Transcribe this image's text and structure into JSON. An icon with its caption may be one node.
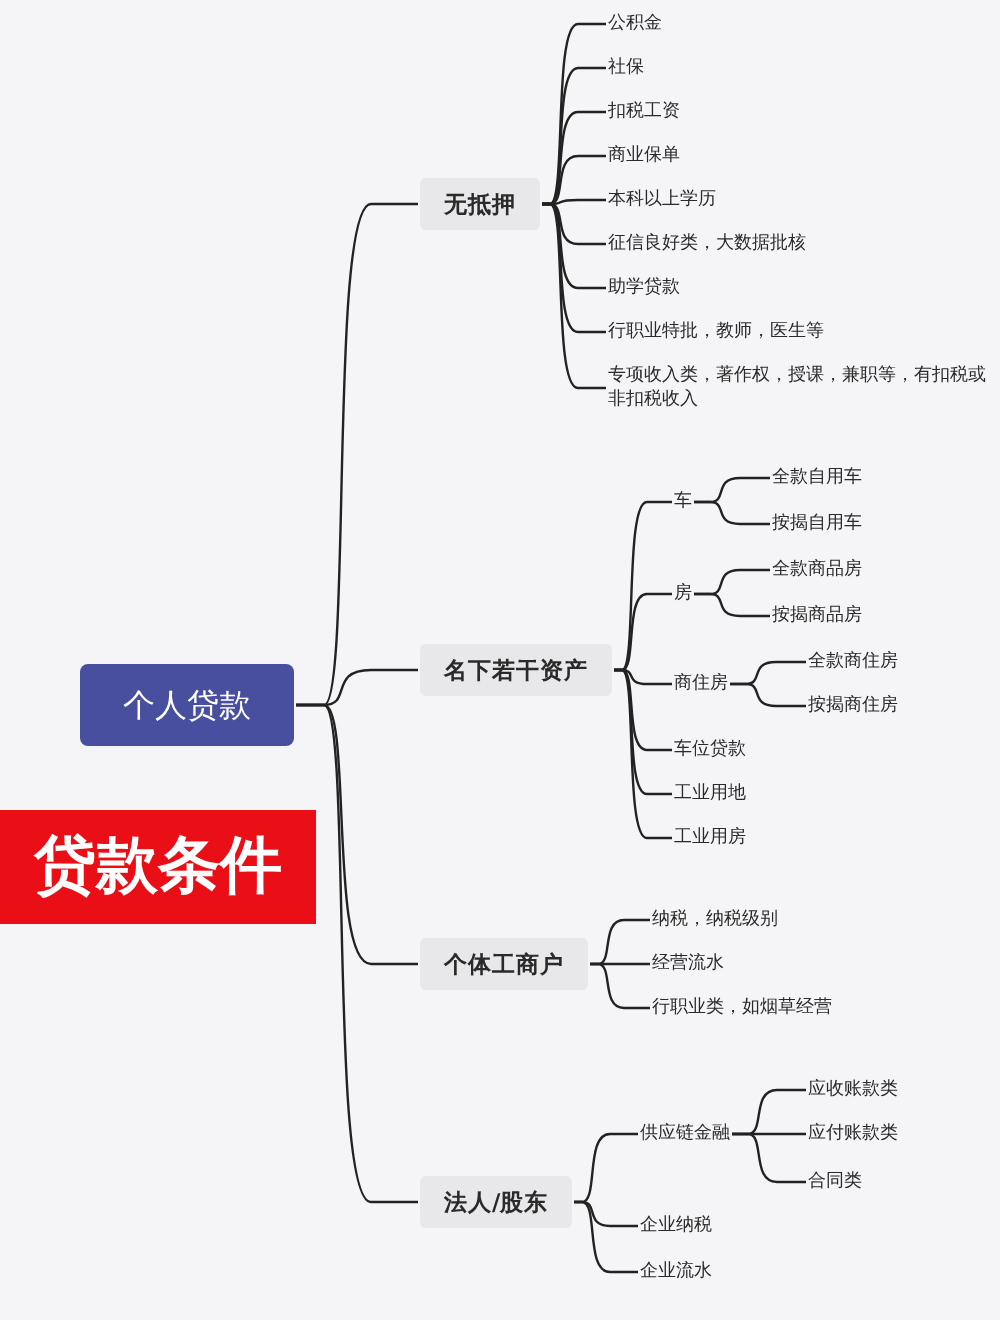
{
  "diagram": {
    "title": "贷款条件",
    "nodes": [
      {
        "text": [
          "个人贷款"
        ]
      },
      {
        "text": [
          "无抵押"
        ]
      },
      {
        "text": [
          "公积金"
        ]
      },
      {
        "text": [
          "社保"
        ]
      },
      {
        "text": [
          "扣税工资"
        ]
      },
      {
        "text": [
          "商业保单"
        ]
      },
      {
        "text": [
          "本科以上学历"
        ]
      },
      {
        "text": [
          "征信良好类，大数据批核"
        ]
      },
      {
        "text": [
          "助学贷款"
        ]
      },
      {
        "text": [
          "行职业特批，教师，医生等"
        ]
      },
      {
        "text": [
          "专项收入类，著作权，授课，兼职等，有扣税或非扣税收入"
        ]
      },
      {
        "text": [
          "名下若干资产"
        ]
      },
      {
        "text": [
          "车"
        ]
      },
      {
        "text": [
          "全款自用车"
        ]
      },
      {
        "text": [
          "按揭自用车"
        ]
      },
      {
        "text": [
          "房"
        ]
      },
      {
        "text": [
          "全款商品房"
        ]
      },
      {
        "text": [
          "按揭商品房"
        ]
      },
      {
        "text": [
          "商住房"
        ]
      },
      {
        "text": [
          "全款商住房"
        ]
      },
      {
        "text": [
          "按揭商住房"
        ]
      },
      {
        "text": [
          "车位贷款"
        ]
      },
      {
        "text": [
          "工业用地"
        ]
      },
      {
        "text": [
          "工业用房"
        ]
      },
      {
        "text": [
          "个体工商户"
        ]
      },
      {
        "text": [
          "纳税，纳税级别"
        ]
      },
      {
        "text": [
          "经营流水"
        ]
      },
      {
        "text": [
          "行职业类，如烟草经营"
        ]
      },
      {
        "text": [
          "法人/股东"
        ]
      },
      {
        "text": [
          "供应链金融"
        ]
      },
      {
        "text": [
          "应收账款类"
        ]
      },
      {
        "text": [
          "应付账款类"
        ]
      },
      {
        "text": [
          "合同类"
        ]
      },
      {
        "text": [
          "企业纳税"
        ]
      },
      {
        "text": [
          "企业流水"
        ]
      }
    ],
    "edges": [
      {
        "from": 0,
        "to": 1,
        "arrow": "none"
      },
      {
        "from": 0,
        "to": 11,
        "arrow": "none"
      },
      {
        "from": 0,
        "to": 24,
        "arrow": "none"
      },
      {
        "from": 0,
        "to": 28,
        "arrow": "none"
      },
      {
        "from": 1,
        "to": 2,
        "arrow": "none"
      },
      {
        "from": 1,
        "to": 3,
        "arrow": "none"
      },
      {
        "from": 1,
        "to": 4,
        "arrow": "none"
      },
      {
        "from": 1,
        "to": 5,
        "arrow": "none"
      },
      {
        "from": 1,
        "to": 6,
        "arrow": "none"
      },
      {
        "from": 1,
        "to": 7,
        "arrow": "none"
      },
      {
        "from": 1,
        "to": 8,
        "arrow": "none"
      },
      {
        "from": 1,
        "to": 9,
        "arrow": "none"
      },
      {
        "from": 1,
        "to": 10,
        "arrow": "none"
      },
      {
        "from": 11,
        "to": 12,
        "arrow": "none"
      },
      {
        "from": 12,
        "to": 13,
        "arrow": "none"
      },
      {
        "from": 12,
        "to": 14,
        "arrow": "none"
      },
      {
        "from": 11,
        "to": 15,
        "arrow": "none"
      },
      {
        "from": 15,
        "to": 16,
        "arrow": "none"
      },
      {
        "from": 15,
        "to": 17,
        "arrow": "none"
      },
      {
        "from": 11,
        "to": 18,
        "arrow": "none"
      },
      {
        "from": 18,
        "to": 19,
        "arrow": "none"
      },
      {
        "from": 18,
        "to": 20,
        "arrow": "none"
      },
      {
        "from": 11,
        "to": 21,
        "arrow": "none"
      },
      {
        "from": 11,
        "to": 22,
        "arrow": "none"
      },
      {
        "from": 11,
        "to": 23,
        "arrow": "none"
      },
      {
        "from": 24,
        "to": 25,
        "arrow": "none"
      },
      {
        "from": 24,
        "to": 26,
        "arrow": "none"
      },
      {
        "from": 24,
        "to": 27,
        "arrow": "none"
      },
      {
        "from": 28,
        "to": 29,
        "arrow": "none"
      },
      {
        "from": 29,
        "to": 30,
        "arrow": "none"
      },
      {
        "from": 29,
        "to": 31,
        "arrow": "none"
      },
      {
        "from": 29,
        "to": 32,
        "arrow": "none"
      },
      {
        "from": 28,
        "to": 33,
        "arrow": "none"
      },
      {
        "from": 28,
        "to": 34,
        "arrow": "none"
      }
    ]
  }
}
